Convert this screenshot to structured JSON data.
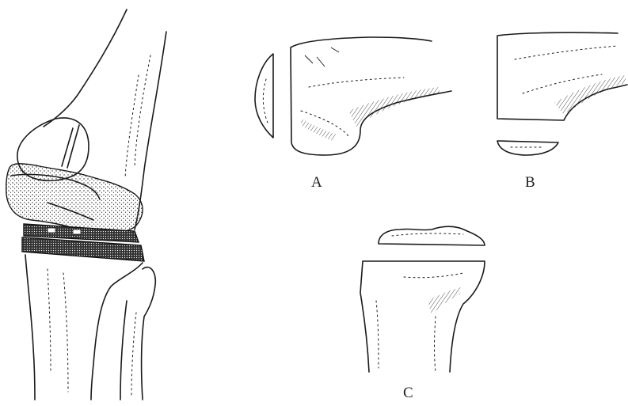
{
  "figure": {
    "panels": [
      {
        "id": "knee",
        "label": ""
      },
      {
        "id": "A",
        "label": "A"
      },
      {
        "id": "B",
        "label": "B"
      },
      {
        "id": "C",
        "label": "C"
      }
    ]
  }
}
